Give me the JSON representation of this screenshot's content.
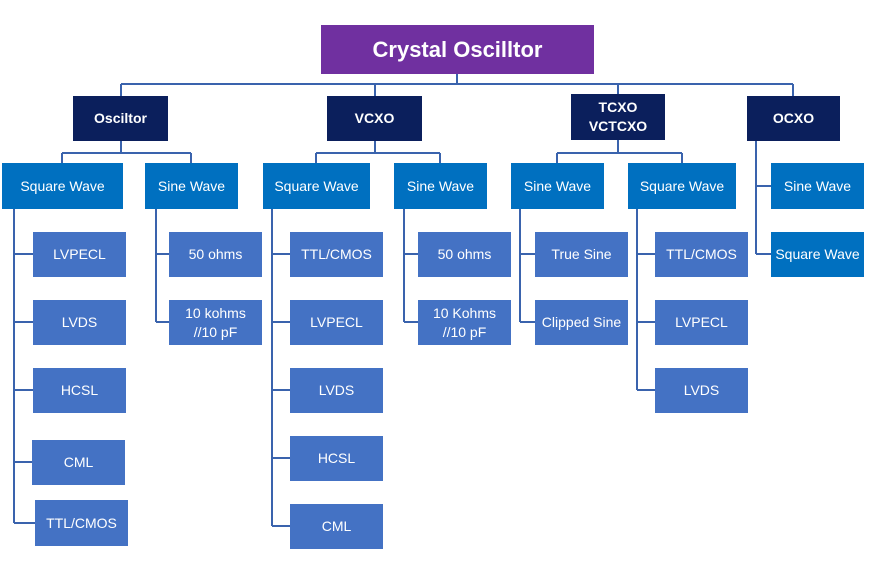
{
  "diagram": {
    "colors": {
      "root": "#7030a0",
      "category": "#0b1f5c",
      "output": "#0070c0",
      "leaf": "#4472c4",
      "connector": "#3a63ad"
    },
    "root": {
      "label": "Crystal Oscilltor"
    },
    "categories": [
      {
        "label": "Osciltor",
        "outputs": [
          {
            "label": "Square Wave",
            "items": [
              "LVPECL",
              "LVDS",
              "HCSL",
              "CML",
              "TTL/CMOS"
            ]
          },
          {
            "label": "Sine Wave",
            "items": [
              "50 ohms",
              "10 kohms\n//10 pF"
            ]
          }
        ]
      },
      {
        "label": "VCXO",
        "outputs": [
          {
            "label": "Square Wave",
            "items": [
              "TTL/CMOS",
              "LVPECL",
              "LVDS",
              "HCSL",
              "CML"
            ]
          },
          {
            "label": "Sine Wave",
            "items": [
              "50 ohms",
              "10 Kohms\n//10 pF"
            ]
          }
        ]
      },
      {
        "label": "TCXO\nVCTCXO",
        "outputs": [
          {
            "label": "Sine Wave",
            "items": [
              "True Sine",
              "Clipped Sine"
            ]
          },
          {
            "label": "Square Wave",
            "items": [
              "TTL/CMOS",
              "LVPECL",
              "LVDS"
            ]
          }
        ]
      },
      {
        "label": "OCXO",
        "outputs": [
          {
            "label": "Sine Wave",
            "items": []
          },
          {
            "label": "Square Wave",
            "items": []
          }
        ]
      }
    ]
  }
}
